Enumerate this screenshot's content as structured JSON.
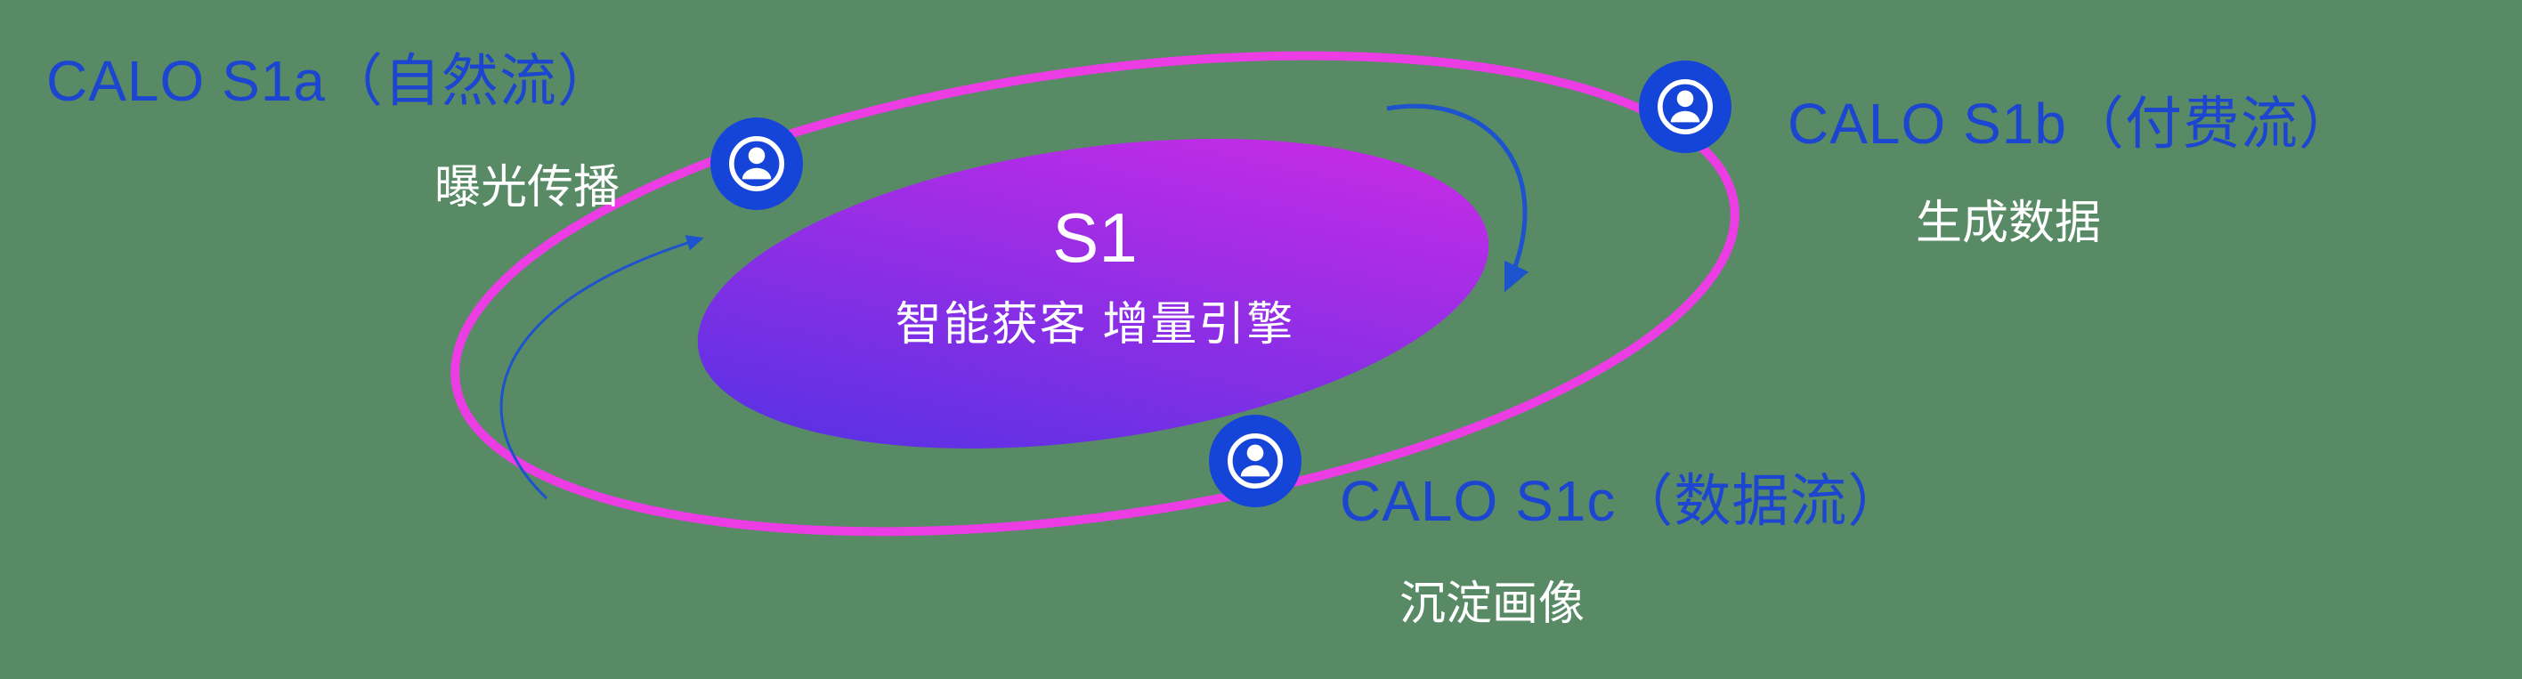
{
  "background_color": "#588a66",
  "core": {
    "title": "S1",
    "subtitle": "智能获客  增量引擎",
    "gradient_from": "#4b32e4",
    "gradient_to": "#d62ae6"
  },
  "orbit_color": "#ec3ce4",
  "labels": {
    "s1a": {
      "title": "CALO S1a（自然流）",
      "subtitle": "曝光传播"
    },
    "s1b": {
      "title": "CALO S1b（付费流）",
      "subtitle": "生成数据"
    },
    "s1c": {
      "title": "CALO S1c（数据流）",
      "subtitle": "沉淀画像"
    }
  },
  "colors": {
    "label_blue": "#1c46d0",
    "node_blue": "#1545d8",
    "subtitle_white": "#ffffff",
    "arrow_blue": "#1d53cc",
    "orbit_magenta": "#ec3ce4"
  },
  "icons": {
    "node_icon": "person-in-circle-icon"
  }
}
